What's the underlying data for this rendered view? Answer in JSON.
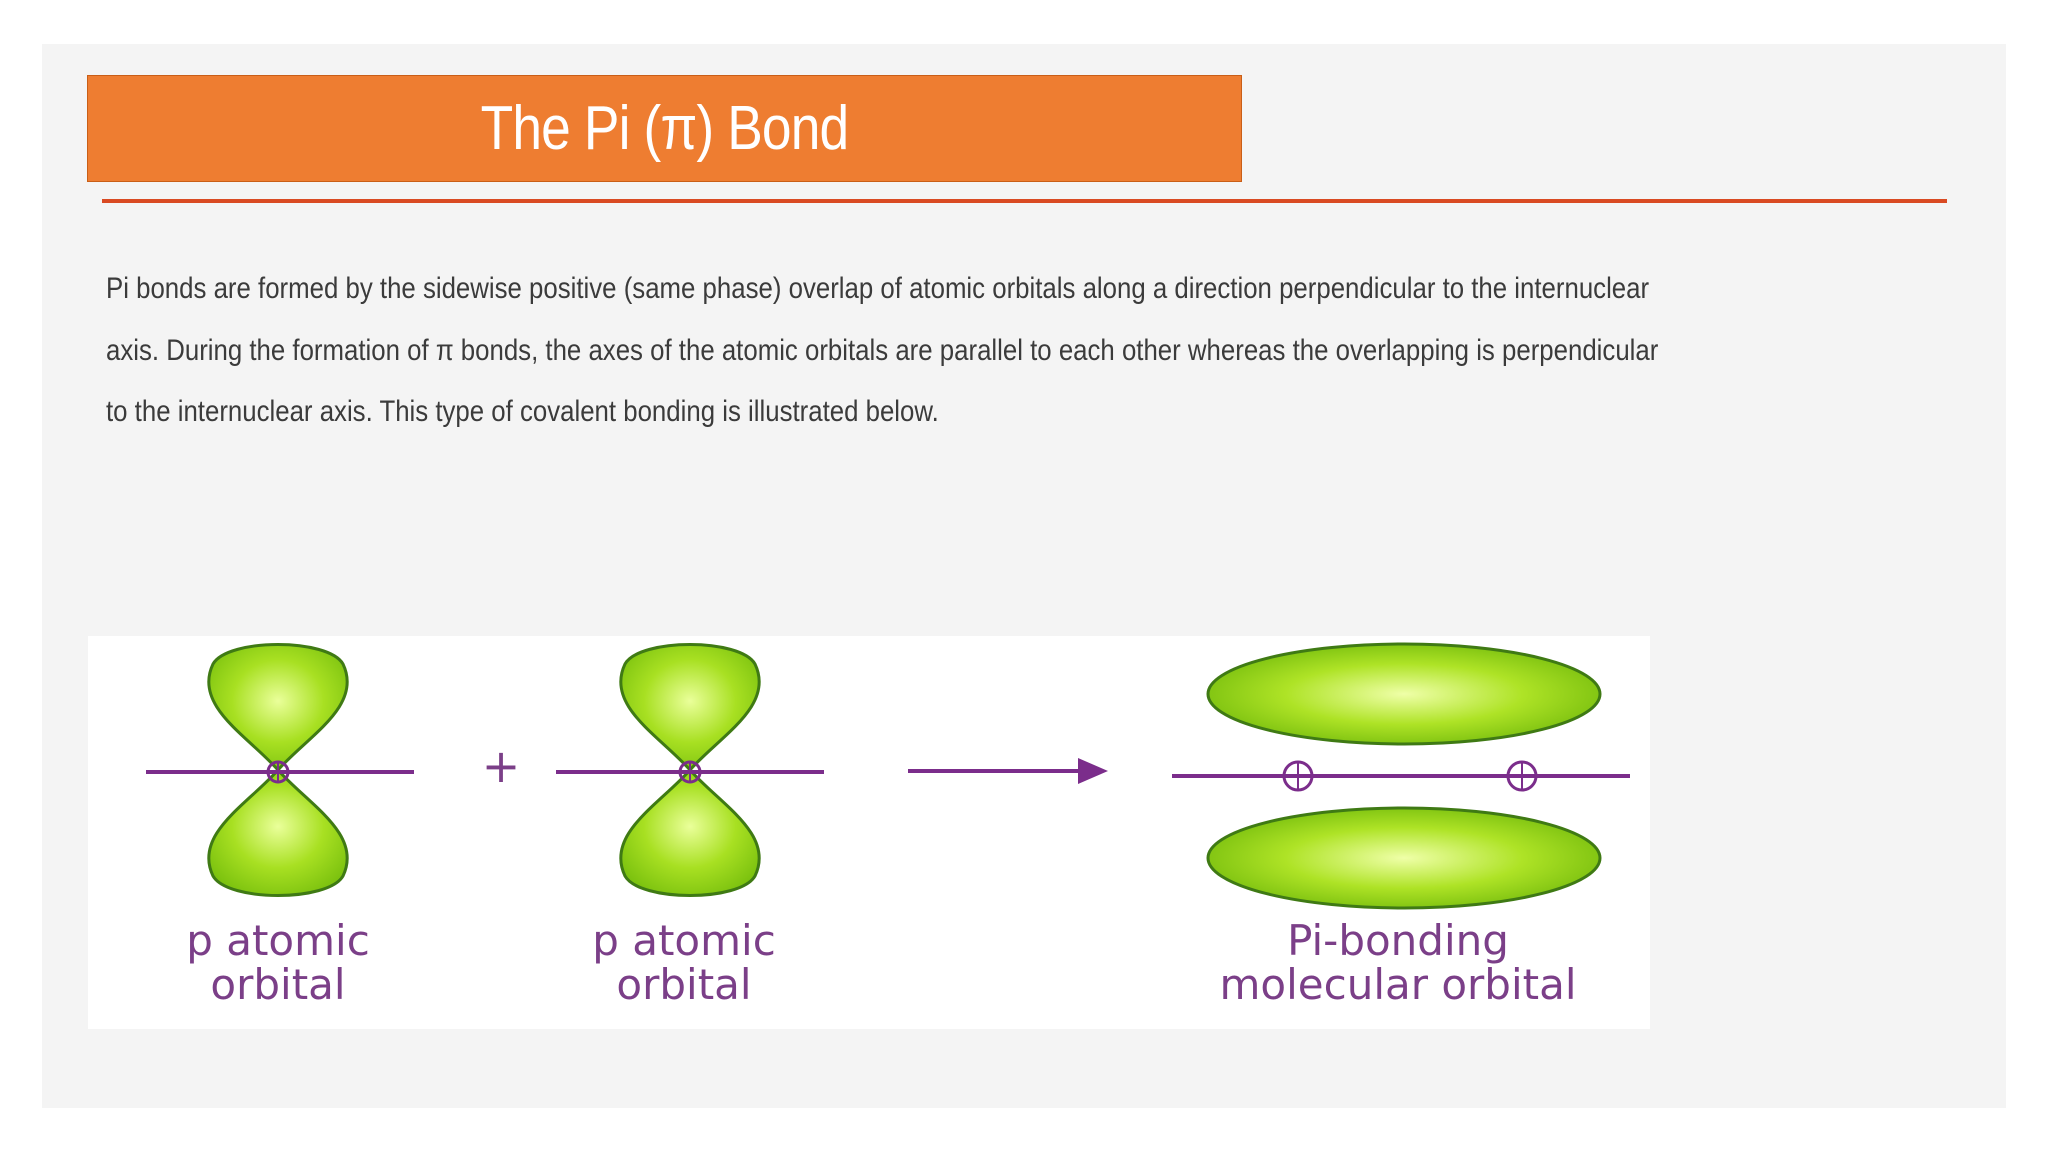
{
  "slide": {
    "title": "The Pi (π) Bond",
    "paragraph": "Pi bonds are formed by the sidewise positive (same phase) overlap of atomic orbitals along a direction perpendicular to the internuclear axis. During the formation of π bonds, the axes of the atomic orbitals are parallel to each other whereas the overlapping is perpendicular to the internuclear axis. This type of covalent bonding is illustrated below.",
    "paragraph_lines": [
      "Pi bonds are formed by the sidewise positive (same phase) overlap of atomic orbitals along a direction perpendicular to the internuclear",
      "axis. During the formation of π bonds, the axes of the atomic orbitals are parallel to each other whereas the overlapping is perpendicular",
      "to the internuclear axis. This type of covalent bonding is illustrated below."
    ]
  },
  "figure": {
    "plus_sign": "+",
    "labels": {
      "left_line1": "p atomic",
      "left_line2": "orbital",
      "middle_line1": "p atomic",
      "middle_line2": "orbital",
      "right_line1": "Pi-bonding",
      "right_line2": "molecular orbital"
    }
  },
  "colors": {
    "title_bar": "#ee7d31",
    "rule": "#d94a22",
    "lobe_fill": "#9ad81a",
    "lobe_stroke": "#3f7a14",
    "axis_line": "#7b2d8b",
    "label_text": "#7b3f88"
  }
}
